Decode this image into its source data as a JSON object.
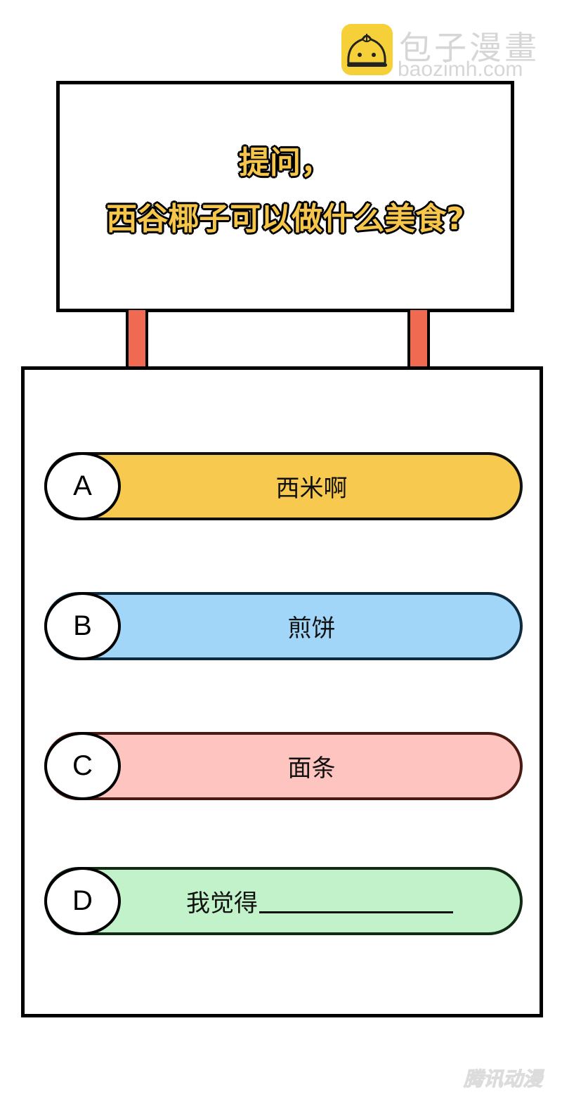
{
  "watermark_top": {
    "logo_icon": "steamed-bun-icon",
    "brand_cn": "包子漫畫",
    "brand_url": "baozimh.com",
    "logo_color": "#f6d038"
  },
  "sign": {
    "line1": "提问，",
    "line2": "西谷椰子可以做什么美食?",
    "text_color": "#f6c64a",
    "post_color": "#f06a52"
  },
  "options": [
    {
      "letter": "A",
      "text": "西米啊",
      "color": "#f7c94e"
    },
    {
      "letter": "B",
      "text": "煎饼",
      "color": "#a2d6f8"
    },
    {
      "letter": "C",
      "text": "面条",
      "color": "#fdc4c0"
    },
    {
      "letter": "D",
      "text": "我觉得",
      "color": "#c2f2c9"
    }
  ],
  "watermark_bottom": "腾讯动漫"
}
